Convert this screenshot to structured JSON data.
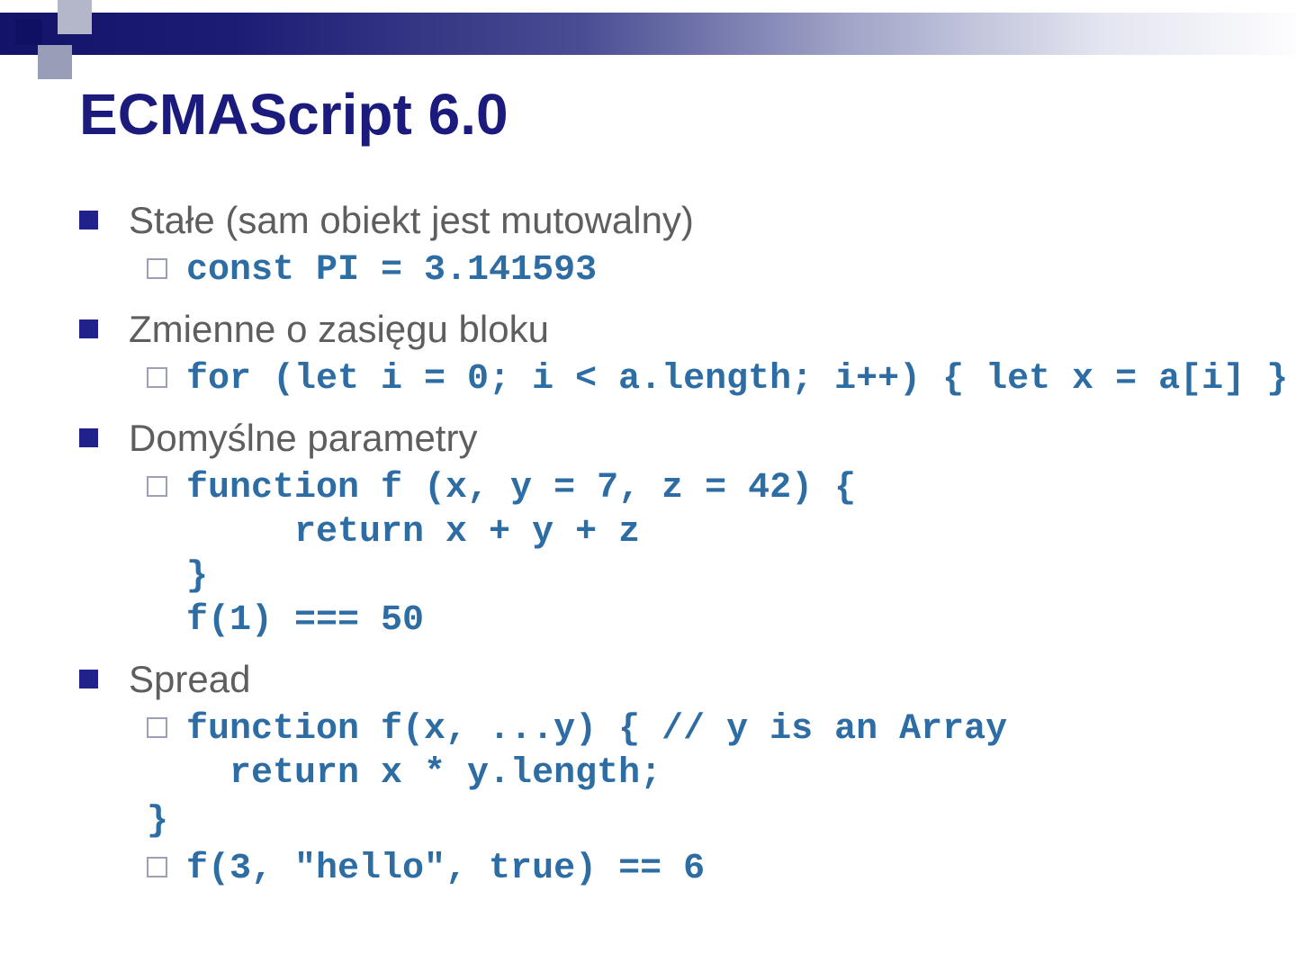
{
  "slide": {
    "title": "ECMAScript 6.0",
    "bullets": [
      {
        "text": "Stałe (sam obiekt jest mutowalny)"
      },
      {
        "text": "Zmienne o zasięgu bloku"
      },
      {
        "text": "Domyślne parametry"
      },
      {
        "text": "Spread"
      }
    ],
    "code": {
      "const_pi": [
        "const PI = 3.141593"
      ],
      "for_let": [
        "for (let i = 0; i < a.length; i++) { let x = a[i] }"
      ],
      "default_params": [
        "function f (x, y = 7, z = 42) {",
        "     return x + y + z",
        "}",
        "f(1) === 50"
      ],
      "spread_fn": [
        "function f(x, ...y) { // y is an Array",
        "  return x * y.length;"
      ],
      "spread_close": [
        "}"
      ],
      "spread_call": [
        "f(3, \"hello\", true) == 6"
      ]
    }
  },
  "colors": {
    "title_navy": "#1b1b7e",
    "body_grey": "#5e5e5e",
    "code_blue": "#2d6da3",
    "bullet_navy": "#21218c",
    "bar_dark": "#13136a"
  }
}
